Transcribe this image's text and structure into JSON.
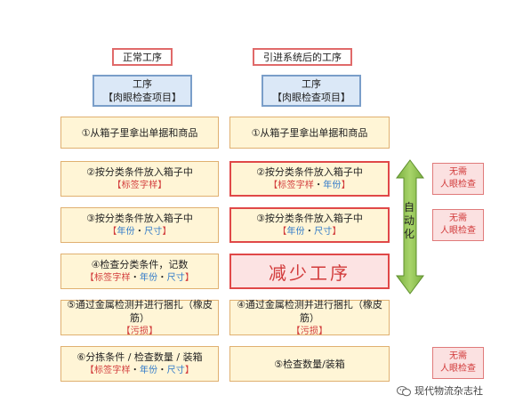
{
  "left_column": {
    "header": "正常工序",
    "sub_title": "工序",
    "sub_subtitle": "【肉眼检查项目】",
    "steps": [
      {
        "main": "①从箱子里拿出单据和商品",
        "tags": []
      },
      {
        "main": "②按分类条件放入箱子中",
        "tags": [
          {
            "text": "【标签字样】",
            "color": "red"
          }
        ]
      },
      {
        "main": "③按分类条件放入箱子中",
        "tags": [
          {
            "text": "【",
            "color": "red"
          },
          {
            "text": "年份",
            "color": "blue"
          },
          {
            "text": "・",
            "color": "black"
          },
          {
            "text": "尺寸",
            "color": "blue"
          },
          {
            "text": "】",
            "color": "red"
          }
        ]
      },
      {
        "main": "④检查分类条件，记数",
        "tags": [
          {
            "text": "【标签字样",
            "color": "red"
          },
          {
            "text": "・",
            "color": "black"
          },
          {
            "text": "年份",
            "color": "blue"
          },
          {
            "text": "・",
            "color": "black"
          },
          {
            "text": "尺寸",
            "color": "blue"
          },
          {
            "text": "】",
            "color": "red"
          }
        ]
      },
      {
        "main": "⑤通过金属检测并进行捆扎（橡皮筋）",
        "tags": [
          {
            "text": "【污损】",
            "color": "red"
          }
        ]
      },
      {
        "main": "⑥分拣条件 / 检查数量 / 装箱",
        "tags": [
          {
            "text": "【标签字样",
            "color": "red"
          },
          {
            "text": "・",
            "color": "black"
          },
          {
            "text": "年份",
            "color": "blue"
          },
          {
            "text": "・",
            "color": "black"
          },
          {
            "text": "尺寸",
            "color": "blue"
          },
          {
            "text": "】",
            "color": "red"
          }
        ]
      }
    ]
  },
  "right_column": {
    "header": "引进系统后的工序",
    "sub_title": "工序",
    "sub_subtitle": "【肉眼检查项目】",
    "steps": [
      {
        "main": "①从箱子里拿出单据和商品",
        "tags": []
      },
      {
        "main": "②按分类条件放入箱子中",
        "tags": [
          {
            "text": "【标签字样",
            "color": "red"
          },
          {
            "text": "・",
            "color": "black"
          },
          {
            "text": "年份",
            "color": "blue"
          },
          {
            "text": "】",
            "color": "red"
          }
        ]
      },
      {
        "main": "③按分类条件放入箱子中",
        "tags": [
          {
            "text": "【",
            "color": "red"
          },
          {
            "text": "年份",
            "color": "blue"
          },
          {
            "text": "・",
            "color": "black"
          },
          {
            "text": "尺寸",
            "color": "blue"
          },
          {
            "text": "】",
            "color": "red"
          }
        ]
      },
      {
        "reduce": "减少工序"
      },
      {
        "main": "④通过金属检测并进行捆扎（橡皮筋）",
        "tags": [
          {
            "text": "【污损】",
            "color": "red"
          }
        ]
      },
      {
        "main": "⑤检查数量/装箱",
        "tags": []
      }
    ]
  },
  "automation_label": "自动化",
  "no_need_label_1": "无需",
  "no_need_label_2": "人眼检查",
  "watermark": "现代物流杂志社",
  "colors": {
    "step_fill": "#fff5d6",
    "step_border": "#e0b070",
    "highlight_border": "#e04848",
    "tag_red": "#d23b3b",
    "tag_blue": "#2f79c9",
    "arrow_green": "#8cc152"
  }
}
